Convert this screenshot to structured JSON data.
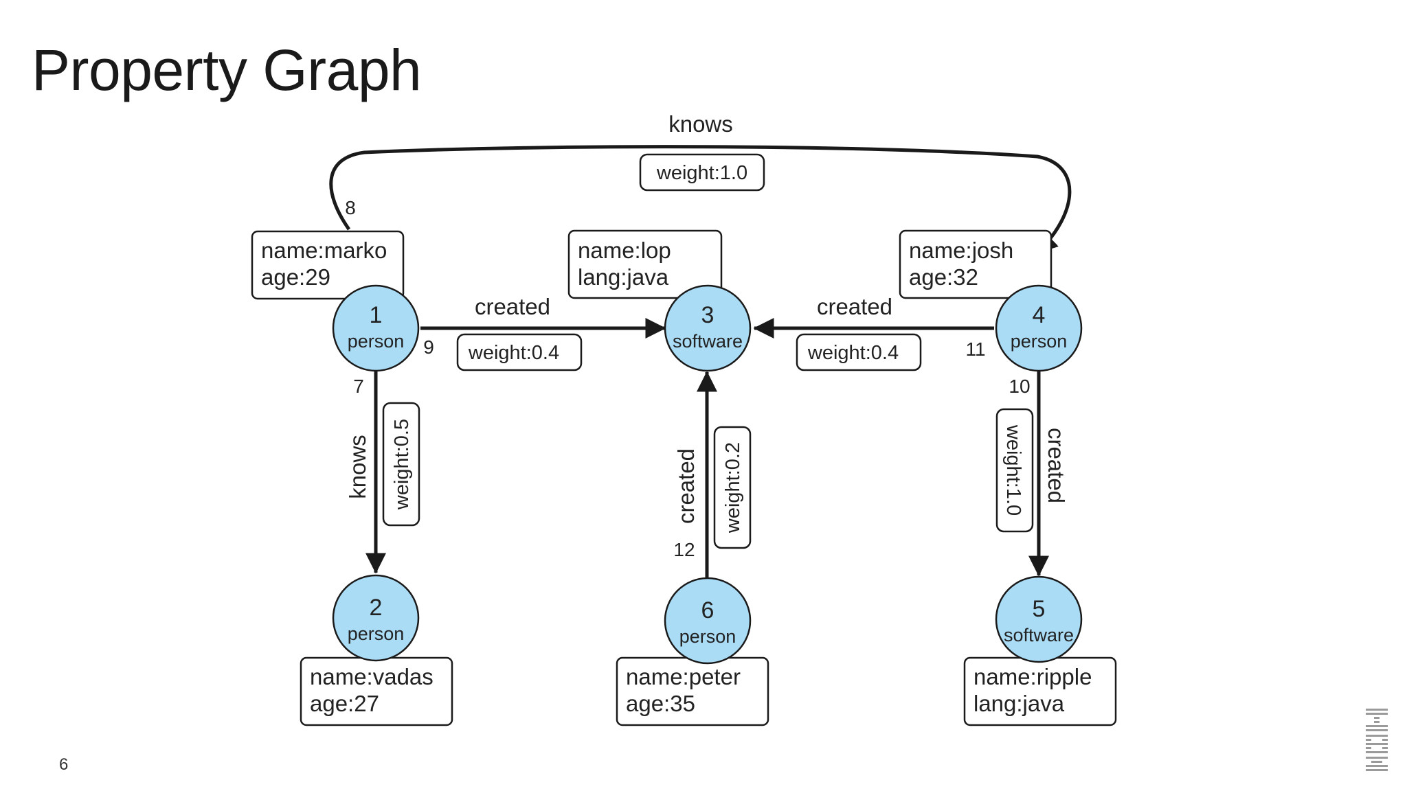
{
  "slide": {
    "title": "Property Graph",
    "page_number": "6"
  },
  "colors": {
    "node_fill": "#aadcf6",
    "stroke": "#1a1a1a"
  },
  "graph": {
    "nodes": [
      {
        "id": "1",
        "type": "person",
        "props": [
          "name:marko",
          "age:29"
        ]
      },
      {
        "id": "2",
        "type": "person",
        "props": [
          "name:vadas",
          "age:27"
        ]
      },
      {
        "id": "3",
        "type": "software",
        "props": [
          "name:lop",
          "lang:java"
        ]
      },
      {
        "id": "4",
        "type": "person",
        "props": [
          "name:josh",
          "age:32"
        ]
      },
      {
        "id": "5",
        "type": "software",
        "props": [
          "name:ripple",
          "lang:java"
        ]
      },
      {
        "id": "6",
        "type": "person",
        "props": [
          "name:peter",
          "age:35"
        ]
      }
    ],
    "edges": [
      {
        "id": "8",
        "from": "1",
        "to": "4",
        "label": "knows",
        "weight": "weight:1.0"
      },
      {
        "id": "9",
        "from": "1",
        "to": "3",
        "label": "created",
        "weight": "weight:0.4"
      },
      {
        "id": "7",
        "from": "1",
        "to": "2",
        "label": "knows",
        "weight": "weight:0.5"
      },
      {
        "id": "11",
        "from": "4",
        "to": "3",
        "label": "created",
        "weight": "weight:0.4"
      },
      {
        "id": "10",
        "from": "4",
        "to": "5",
        "label": "created",
        "weight": "weight:1.0"
      },
      {
        "id": "12",
        "from": "6",
        "to": "3",
        "label": "created",
        "weight": "weight:0.2"
      }
    ]
  }
}
